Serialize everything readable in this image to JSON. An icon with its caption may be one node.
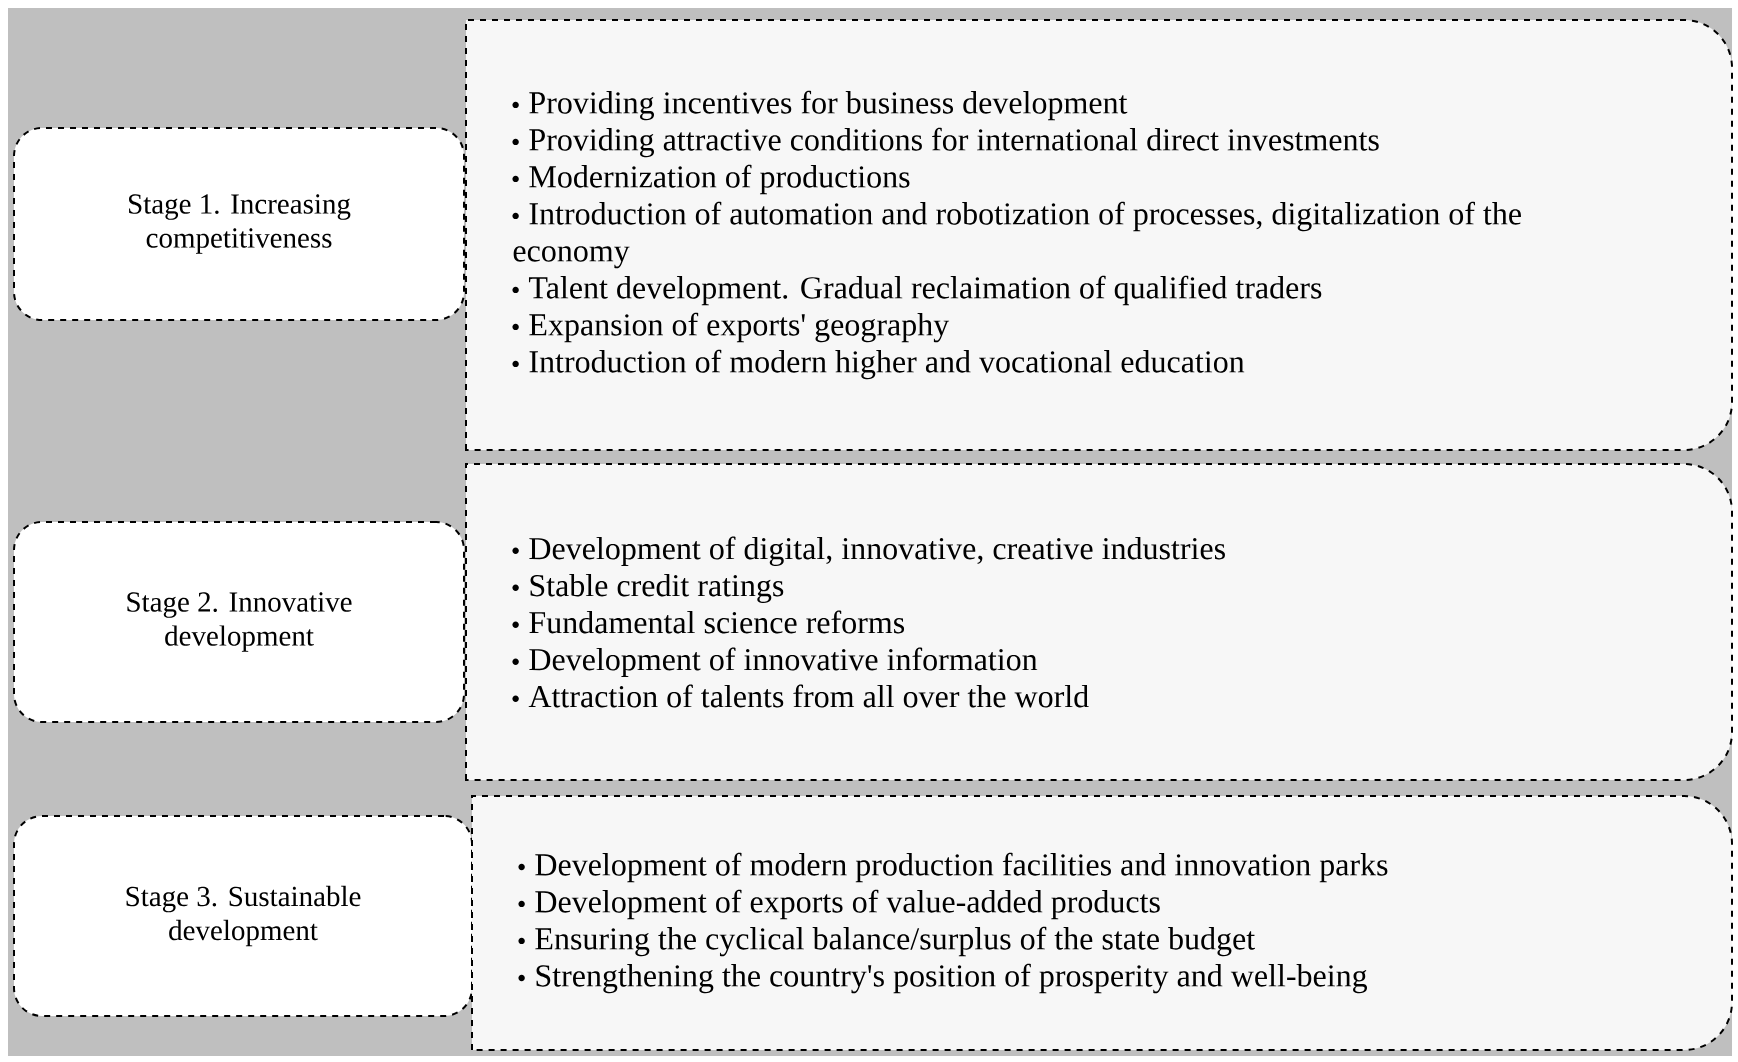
{
  "diagram": {
    "nodes": [
      {
        "text": [
          "Stage 1. Increasing competitiveness"
        ]
      },
      {
        "text": [
          "Providing incentives for business development",
          "Providing attractive conditions for international direct investments",
          "Modernization of productions",
          "Introduction of automation and robotization of processes, digitalization of the economy",
          "Talent development. Gradual reclaimation of qualified traders",
          "Expansion of exports' geography",
          "Introduction of modern higher and vocational education"
        ]
      },
      {
        "text": [
          "Stage 2. Innovative development"
        ]
      },
      {
        "text": [
          "Development of digital, innovative, creative industries",
          "Stable credit ratings",
          "Fundamental science reforms",
          "Development of innovative information",
          "Attraction of talents from all over the world"
        ]
      },
      {
        "text": [
          "Stage 3. Sustainable development"
        ]
      },
      {
        "text": [
          "Development of modern production facilities and innovation parks",
          "Development of exports of value-added products",
          "Ensuring the cyclical balance/surplus of the state budget",
          "Strengthening the country's position of prosperity and well-being"
        ]
      }
    ]
  }
}
